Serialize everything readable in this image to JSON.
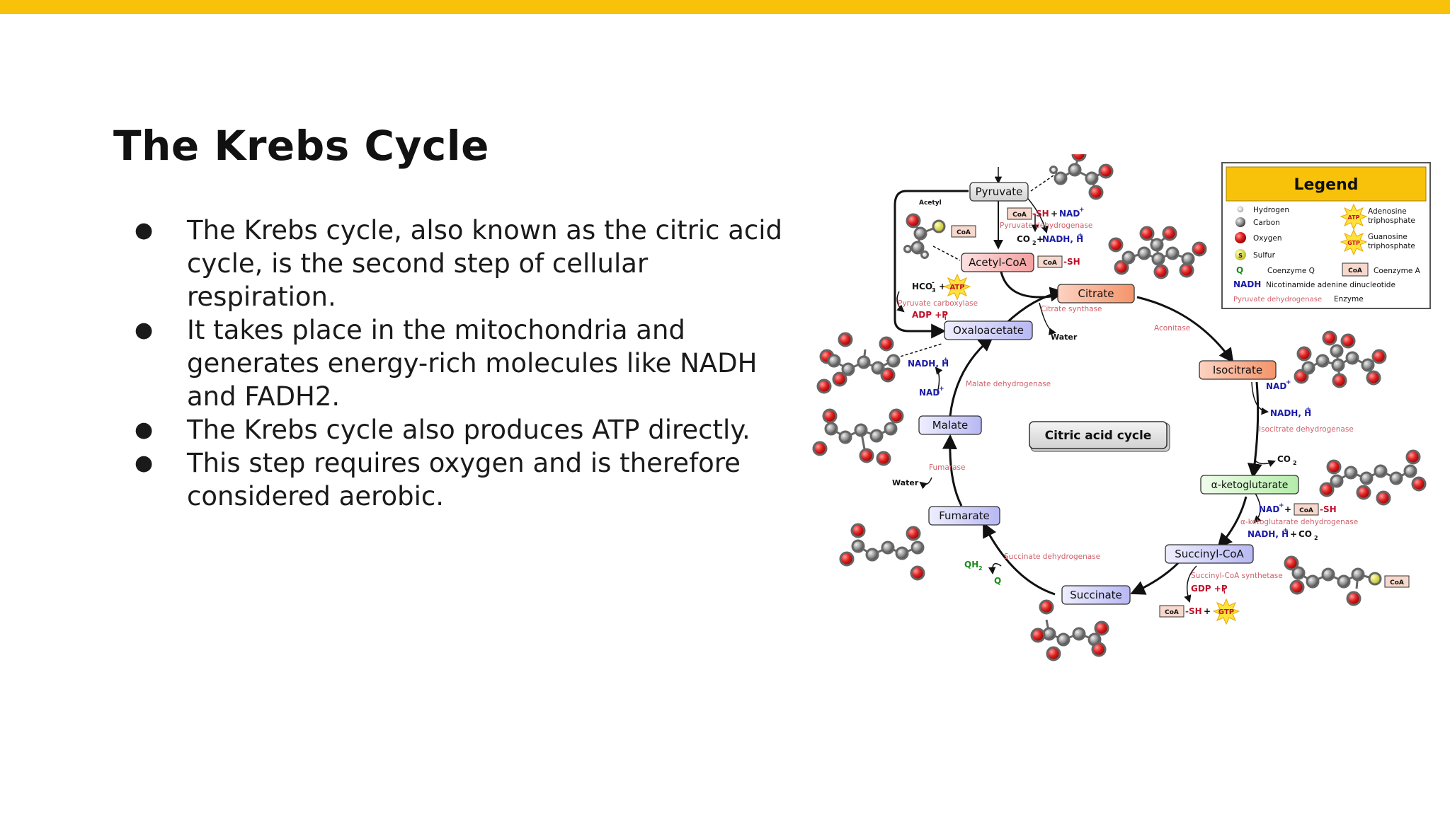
{
  "slide": {
    "title": "The Krebs Cycle",
    "accent_color": "#f9c20a",
    "bullet_glyph": "●",
    "bullets": [
      "The Krebs cycle, also known as the citric acid cycle, is the second step of cellular respiration.",
      "It takes place in the mitochondria and generates energy-rich molecules like NADH and FADH2.",
      "The Krebs cycle also produces ATP directly.",
      "This step requires oxygen and is therefore considered aerobic."
    ]
  },
  "diagram": {
    "center_label": "Citric acid cycle",
    "nodes": {
      "pyruvate": "Pyruvate",
      "acetyl_coa": "Acetyl-CoA",
      "citrate": "Citrate",
      "isocitrate": "Isocitrate",
      "ketoglutarate": "α-ketoglutarate",
      "succinyl_coa": "Succinyl-CoA",
      "succinate": "Succinate",
      "fumarate": "Fumarate",
      "malate": "Malate",
      "oxaloacetate": "Oxaloacetate"
    },
    "enzymes": {
      "pyruvate_dehydrogenase": "Pyruvate dehydrogenase",
      "pyruvate_carboxylase": "Pyruvate carboxylase",
      "citrate_synthase": "Citrate synthase",
      "aconitase": "Aconitase",
      "isocitrate_dehydrogenase": "Isocitrate dehydrogenase",
      "ketoglutarate_dehydrogenase": "α-ketoglutarate dehydrogenase",
      "succinyl_coa_synthetase": "Succinyl-CoA synthetase",
      "succinate_dehydrogenase": "Succinate dehydrogenase",
      "fumarase": "Fumarase",
      "malate_dehydrogenase": "Malate dehydrogenase"
    },
    "labels": {
      "acetyl": "Acetyl",
      "coa": "CoA",
      "sh": "-SH",
      "plus": "+",
      "nad": "NAD",
      "nadh_h": "NADH, H",
      "co2": "CO",
      "water": "Water",
      "hco3": "HCO",
      "atp": "ATP",
      "gtp": "GTP",
      "adp_pi": "ADP +P",
      "gdp_pi": "GDP +P",
      "qh2": "QH",
      "q": "Q",
      "sub_i": "i",
      "sub_2": "2",
      "sub_3": "3",
      "sup_plus": "+",
      "sup_minus": "-"
    },
    "legend": {
      "title": "Legend",
      "hydrogen": "Hydrogen",
      "carbon": "Carbon",
      "oxygen": "Oxygen",
      "sulfur": "Sulfur",
      "s_symbol": "S",
      "q_symbol": "Q",
      "coenzyme_q": "Coenzyme Q",
      "atp_line1": "Adenosine",
      "atp_line2": "triphosphate",
      "gtp_line1": "Guanosine",
      "gtp_line2": "triphosphate",
      "coa_symbol": "CoA",
      "coenzyme_a": "Coenzyme A",
      "nadh_symbol": "NADH",
      "nadh_text": "Nicotinamide adenine dinucleotide",
      "enzyme_example": "Pyruvate dehydrogenase",
      "enzyme": "Enzyme"
    },
    "colors": {
      "cycle_line": "#111111",
      "enzyme_text": "#d0606a",
      "nadh_text": "#1a1aa8",
      "red_text": "#c0102a",
      "q_text": "#1a8a1a",
      "oxygen": "#d42020",
      "carbon": "#6a6a6a",
      "sulfur": "#d8d840",
      "legend_header": "#f9c20a"
    }
  }
}
